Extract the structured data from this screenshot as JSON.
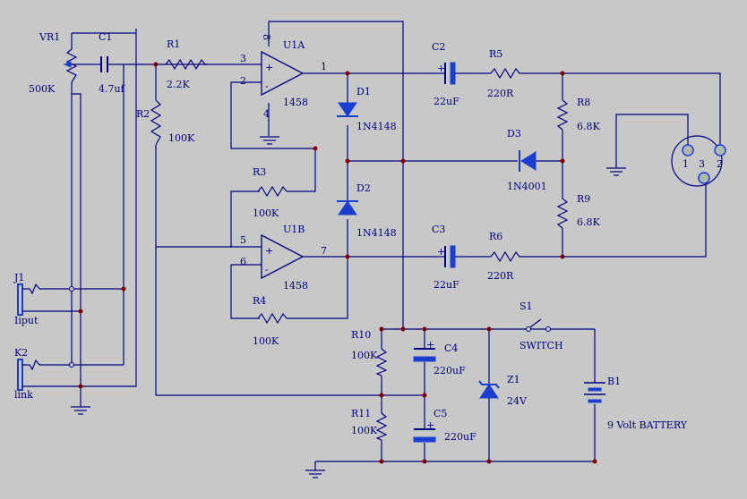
{
  "labels": {
    "vr1": "VR1",
    "vr1_val": "500K",
    "c1": "C1",
    "c1_val": "4.7uf",
    "r1": "R1",
    "r1_val": "2.2K",
    "r2": "R2",
    "r2_val": "100K",
    "u1a": "U1A",
    "u1a_model": "1458",
    "u1b": "U1B",
    "u1b_model": "1458",
    "pin8": "8",
    "pin3": "3",
    "pin2": "2",
    "pin4": "4",
    "pin1": "1",
    "pin5": "5",
    "pin6": "6",
    "pin7": "7",
    "r3": "R3",
    "r3_val": "100K",
    "r4": "R4",
    "r4_val": "100K",
    "d1": "D1",
    "d1_val": "1N4148",
    "d2": "D2",
    "d2_val": "1N4148",
    "d3": "D3",
    "d3_val": "1N4001",
    "c2": "C2",
    "c2_val": "22uF",
    "c3": "C3",
    "c3_val": "22uF",
    "r5": "R5",
    "r5_val": "220R",
    "r6": "R6",
    "r6_val": "220R",
    "r8": "R8",
    "r8_val": "6.8K",
    "r9": "R9",
    "r9_val": "6.8K",
    "xlr1": "1",
    "xlr2": "2",
    "xlr3": "3",
    "j1": "J1",
    "j1_name": "Iiput",
    "k2": "K2",
    "k2_name": "link",
    "r10": "R10",
    "r10_val": "100K",
    "r11": "R11",
    "r11_val": "100K",
    "c4": "C4",
    "c4_val": "220uF",
    "c5": "C5",
    "c5_val": "220uF",
    "z1": "Z1",
    "z1_val": "24V",
    "s1": "S1",
    "s1_name": "SWITCH",
    "b1": "B1",
    "b1_name": "9 Volt BATTERY",
    "plus": "+",
    "minus": "-"
  },
  "colors": {
    "wire": "#000080",
    "node": "#800000",
    "component": "#1a3fd0",
    "background": "#c8c8c8"
  }
}
